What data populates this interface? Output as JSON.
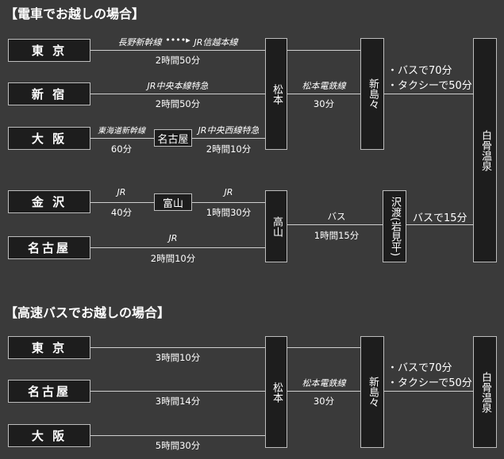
{
  "section1": {
    "title": "【電車でお越しの場合】",
    "tokyo": "東 京",
    "shinjuku": "新 宿",
    "osaka": "大 阪",
    "kanazawa": "金 沢",
    "nagoya": "名古屋",
    "via_nagoya": "名古屋",
    "via_toyama": "富山",
    "matsumoto": "松本",
    "takayama": "高山",
    "shinshimashima": "新島々",
    "sawando": "沢渡(岩見平)",
    "shirahone": "白骨温泉",
    "tokyo_route_a": "長野新幹線",
    "tokyo_route_b": "JR信越本線",
    "tokyo_time": "2時間50分",
    "shinjuku_route": "JR中央本線特急",
    "shinjuku_time": "2時間50分",
    "osaka_route_a": "東海道新幹線",
    "osaka_time_a": "60分",
    "osaka_route_b": "JR中央西線特急",
    "osaka_time_b": "2時間10分",
    "kanazawa_route_a": "JR",
    "kanazawa_time_a": "40分",
    "kanazawa_route_b": "JR",
    "kanazawa_time_b": "1時間30分",
    "nagoya_route": "JR",
    "nagoya_time": "2時間10分",
    "matsumoto_route": "松本電鉄線",
    "matsumoto_time": "30分",
    "shinshima_bus": "・バスで70分",
    "shinshima_taxi": "・タクシーで50分",
    "takayama_route": "バス",
    "takayama_time": "1時間15分",
    "sawando_bus": "バスで15分"
  },
  "section2": {
    "title": "【高速バスでお越しの場合】",
    "tokyo": "東 京",
    "nagoya": "名古屋",
    "osaka": "大 阪",
    "matsumoto": "松本",
    "shinshimashima": "新島々",
    "shirahone": "白骨温泉",
    "tokyo_time": "3時間10分",
    "nagoya_time": "3時間14分",
    "osaka_time": "5時間30分",
    "matsumoto_route": "松本電鉄線",
    "matsumoto_time": "30分",
    "shinshima_bus": "・バスで70分",
    "shinshima_taxi": "・タクシーで50分"
  }
}
